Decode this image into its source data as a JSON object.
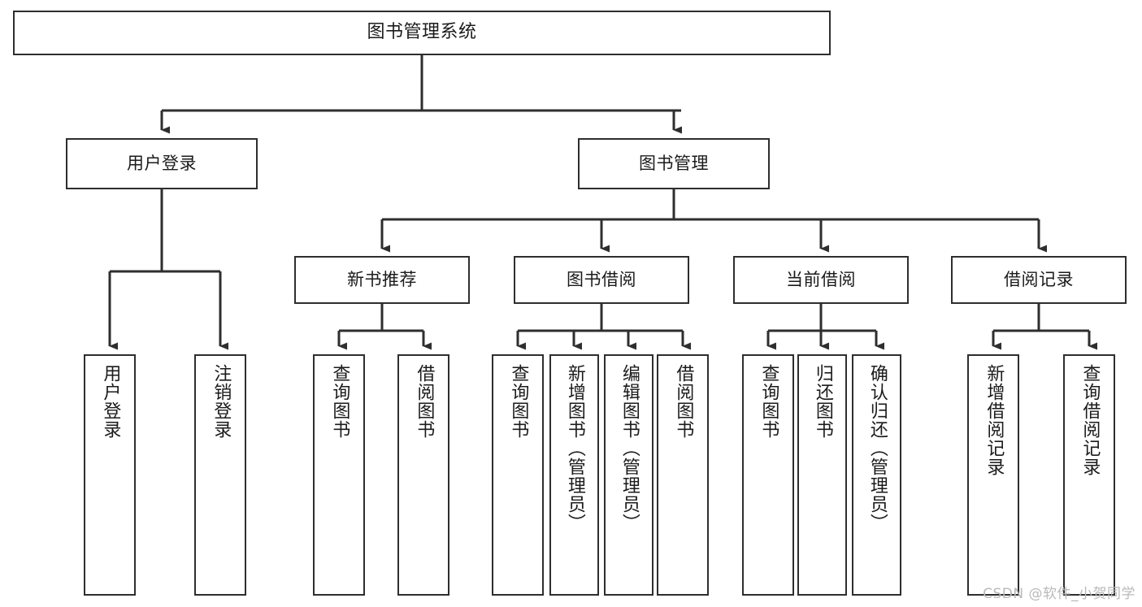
{
  "diagram": {
    "type": "tree",
    "title": "图书管理系统",
    "watermark": "CSDN @软件_小贺同学",
    "colors": {
      "box_border": "#2e2e2e",
      "box_fill": "#ffffff",
      "edge": "#2e2e2e",
      "text": "#1b1b1b",
      "watermark": "#b9b9b9",
      "background": "#ffffff"
    },
    "nodes": {
      "root": {
        "label": "图书管理系统"
      },
      "level2": [
        {
          "label": "用户登录"
        },
        {
          "label": "图书管理"
        }
      ],
      "level3": [
        {
          "label": "新书推荐"
        },
        {
          "label": "图书借阅"
        },
        {
          "label": "当前借阅"
        },
        {
          "label": "借阅记录"
        }
      ],
      "leaves": {
        "user_login": [
          {
            "label": "用户登录"
          },
          {
            "label": "注销登录"
          }
        ],
        "new_book_recommend": [
          {
            "label": "查询图书"
          },
          {
            "label": "借阅图书"
          }
        ],
        "book_borrow": [
          {
            "label": "查询图书"
          },
          {
            "label": "新增图书（管理员）"
          },
          {
            "label": "编辑图书（管理员）"
          },
          {
            "label": "借阅图书"
          }
        ],
        "current_borrow": [
          {
            "label": "查询图书"
          },
          {
            "label": "归还图书"
          },
          {
            "label": "确认归还（管理员）"
          }
        ],
        "borrow_record": [
          {
            "label": "新增借阅记录"
          },
          {
            "label": "查询借阅记录"
          }
        ]
      }
    }
  }
}
